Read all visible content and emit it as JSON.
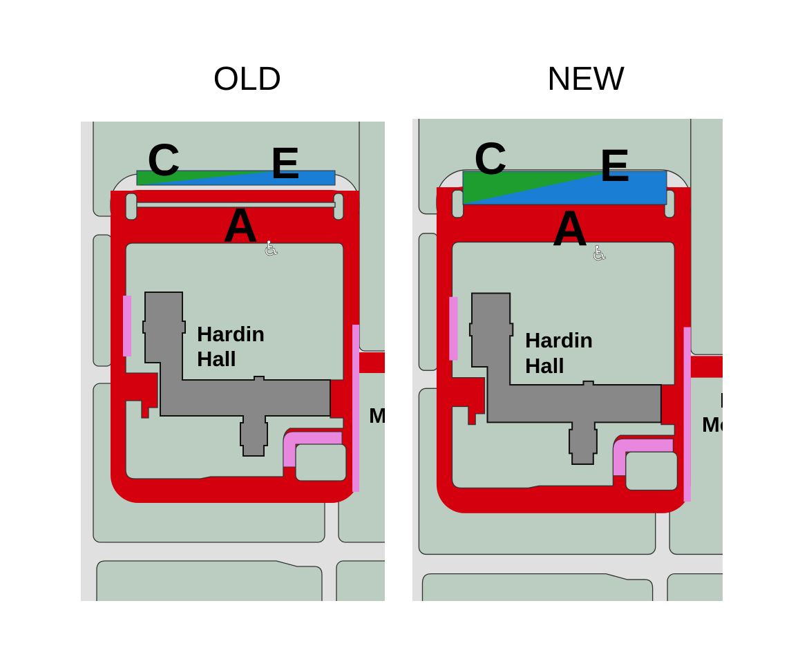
{
  "panels": [
    {
      "title": "OLD",
      "zone_labels": {
        "c": "C",
        "e": "E",
        "a": "A"
      },
      "building": {
        "line1": "Hardin",
        "line2": "Hall"
      },
      "edge_label": {
        "line1": "",
        "line2": "M"
      },
      "icon": "wheelchair-accessible-icon"
    },
    {
      "title": "NEW",
      "zone_labels": {
        "c": "C",
        "e": "E",
        "a": "A"
      },
      "building": {
        "line1": "Hardin",
        "line2": "Hall"
      },
      "edge_label": {
        "line1": "I",
        "line2": "Me"
      },
      "icon": "wheelchair-accessible-icon"
    }
  ],
  "colors": {
    "zone_a": "#d4000e",
    "zone_c": "#1e9e2e",
    "zone_e": "#1a7fd4",
    "pink": "#e887dd",
    "building": "#888888",
    "ground": "#bbccc0",
    "road": "#e0e0e0"
  }
}
